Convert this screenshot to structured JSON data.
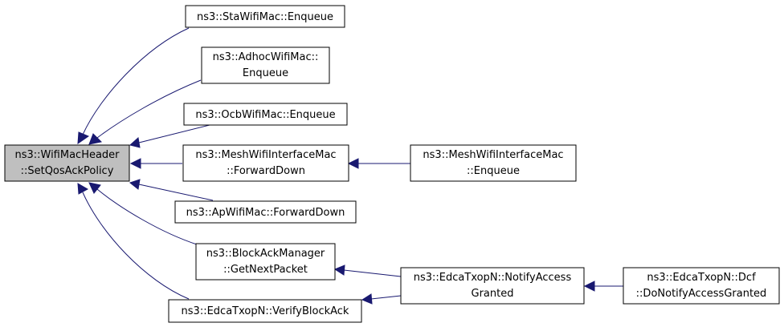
{
  "nodes": {
    "setqos": [
      "ns3::WifiMacHeader",
      "::SetQosAckPolicy"
    ],
    "sta": [
      "ns3::StaWifiMac::Enqueue"
    ],
    "adhoc": [
      "ns3::AdhocWifiMac::",
      "Enqueue"
    ],
    "ocb": [
      "ns3::OcbWifiMac::Enqueue"
    ],
    "meshfwd": [
      "ns3::MeshWifiInterfaceMac",
      "::ForwardDown"
    ],
    "meshenq": [
      "ns3::MeshWifiInterfaceMac",
      "::Enqueue"
    ],
    "apfwd": [
      "ns3::ApWifiMac::ForwardDown"
    ],
    "blockack": [
      "ns3::BlockAckManager",
      "::GetNextPacket"
    ],
    "notify": [
      "ns3::EdcaTxopN::NotifyAccess",
      "Granted"
    ],
    "dcf": [
      "ns3::EdcaTxopN::Dcf",
      "::DoNotifyAccessGranted"
    ],
    "verify": [
      "ns3::EdcaTxopN::VerifyBlockAck"
    ]
  },
  "colors": {
    "edge": "#191970",
    "focus_fill": "#bfbfbf",
    "node_fill": "#ffffff",
    "border": "#000000"
  }
}
